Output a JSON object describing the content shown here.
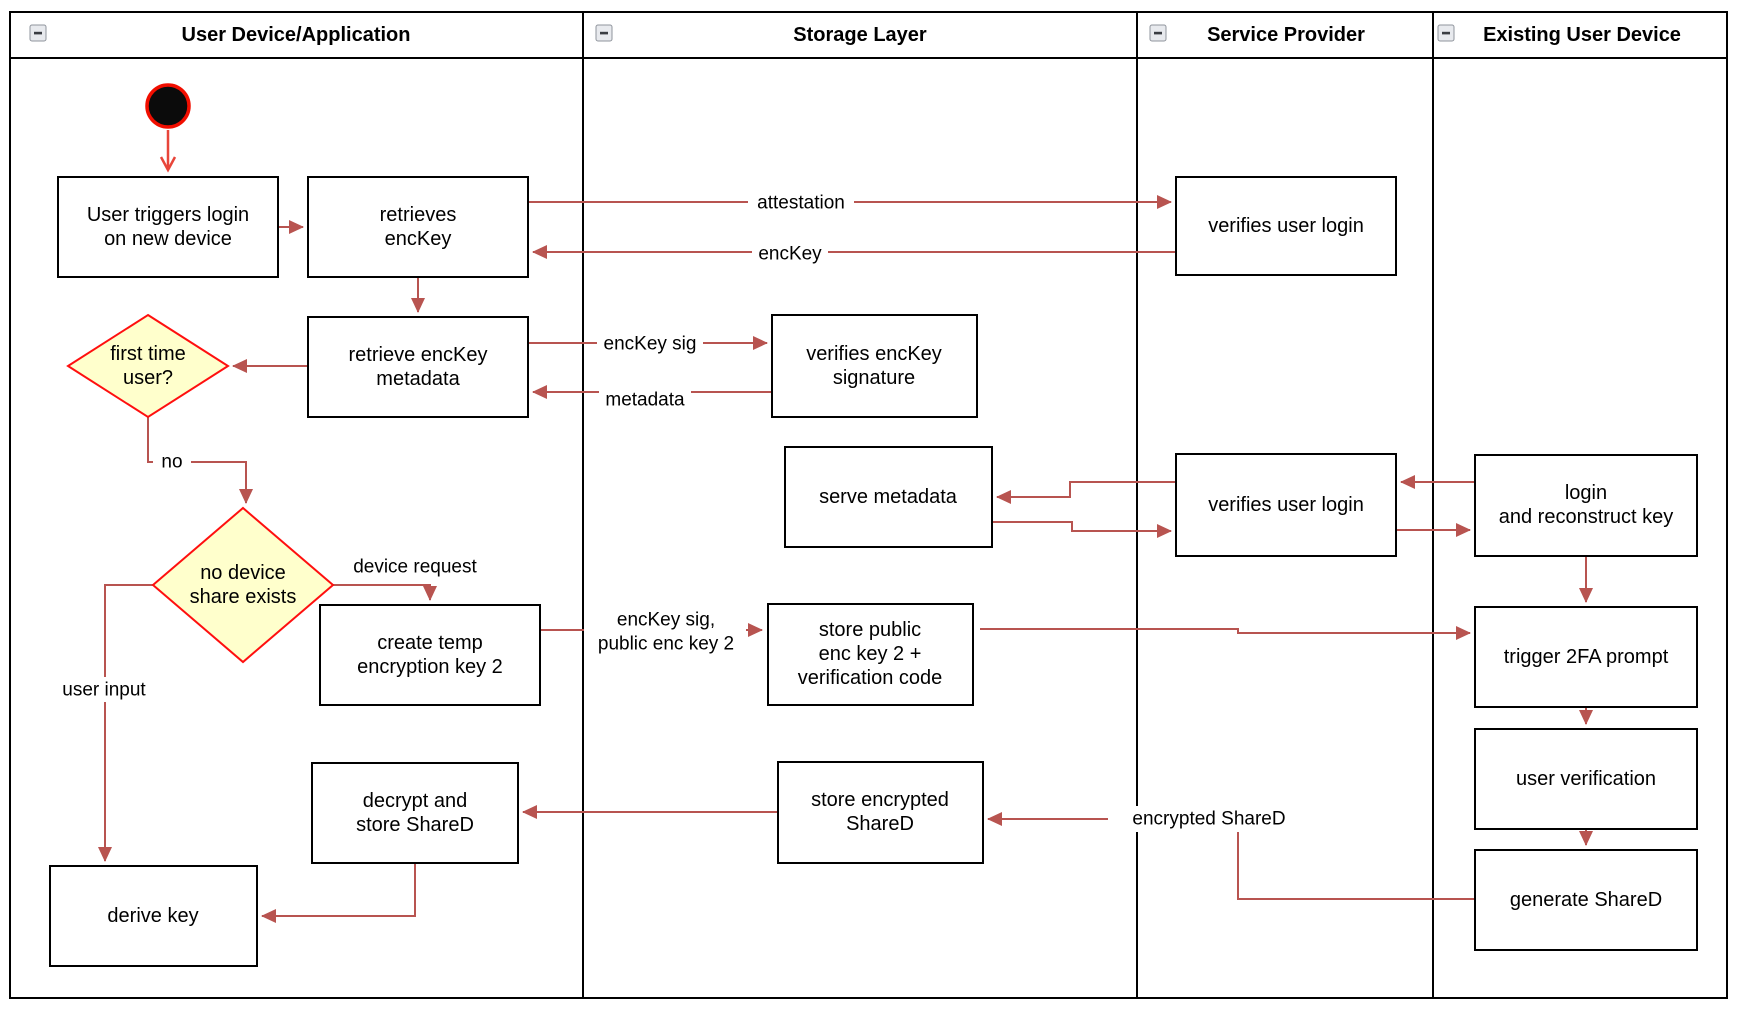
{
  "lanes": [
    {
      "label": "User Device/Application"
    },
    {
      "label": "Storage Layer"
    },
    {
      "label": "Service Provider"
    },
    {
      "label": "Existing User Device"
    }
  ],
  "nodes": {
    "user_triggers_login": {
      "lines": [
        "User triggers login",
        "on new device"
      ]
    },
    "retrieves_enckey": {
      "lines": [
        "retrieves",
        "encKey"
      ]
    },
    "retrieve_enckey_metadata": {
      "lines": [
        "retrieve encKey",
        "metadata"
      ]
    },
    "first_time_user": {
      "lines": [
        "first time",
        "user?"
      ]
    },
    "no_device_share_exists": {
      "lines": [
        "no device",
        "share exists"
      ]
    },
    "create_temp_encryption_key_2": {
      "lines": [
        "create temp",
        "encryption key 2"
      ]
    },
    "decrypt_and_store_shared": {
      "lines": [
        "decrypt and",
        "store ShareD"
      ]
    },
    "derive_key": {
      "lines": [
        "derive key"
      ]
    },
    "verifies_enckey_signature": {
      "lines": [
        "verifies encKey",
        "signature"
      ]
    },
    "serve_metadata": {
      "lines": [
        "serve metadata"
      ]
    },
    "store_public_enc_key_2": {
      "lines": [
        "store public",
        "enc key 2 +",
        "verification code"
      ]
    },
    "store_encrypted_shared": {
      "lines": [
        "store encrypted",
        "ShareD"
      ]
    },
    "verifies_user_login_top": {
      "lines": [
        "verifies user login"
      ]
    },
    "verifies_user_login_mid": {
      "lines": [
        "verifies user login"
      ]
    },
    "login_and_reconstruct_key": {
      "lines": [
        "login",
        "and reconstruct key"
      ]
    },
    "trigger_2fa_prompt": {
      "lines": [
        "trigger 2FA prompt"
      ]
    },
    "user_verification": {
      "lines": [
        "user verification"
      ]
    },
    "generate_shared": {
      "lines": [
        "generate ShareD"
      ]
    }
  },
  "edge_labels": {
    "attestation": "attestation",
    "enckey": "encKey",
    "enckey_sig": "encKey sig",
    "metadata": "metadata",
    "no": "no",
    "device_request": "device request",
    "user_input": "user input",
    "enckey_sig_public_line1": "encKey sig,",
    "enckey_sig_public_line2": "public enc key 2",
    "encrypted_shared": "encrypted ShareD"
  },
  "colors": {
    "connector": "#b85450",
    "start_arrow": "#e8453a",
    "start_node_ring": "#f10e00",
    "start_node_fill": "#0b0b0b",
    "decision_stroke": "#ff0f0f",
    "decision_fill": "#ffffcc",
    "node_fill": "#ffffff",
    "node_stroke": "#000000",
    "lane_border": "#000000",
    "background": "#ffffff"
  }
}
